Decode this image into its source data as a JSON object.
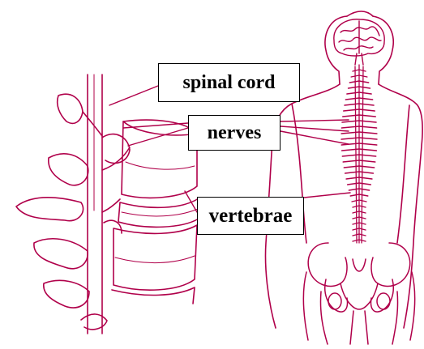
{
  "diagram": {
    "line_color": "#b0004a",
    "labels": {
      "spinal_cord": "spinal cord",
      "nerves": "nerves",
      "vertebrae": "vertebrae"
    }
  }
}
